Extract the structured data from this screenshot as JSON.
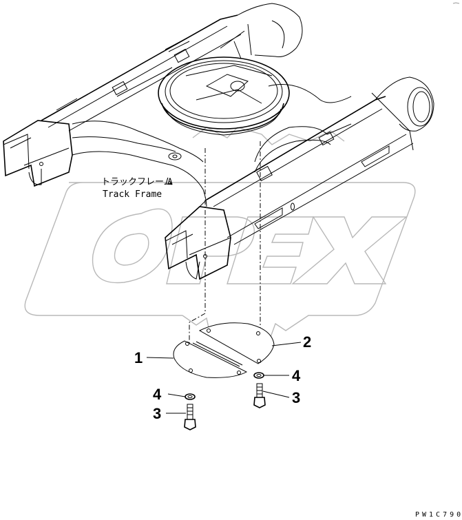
{
  "diagram": {
    "title_jp": "トラックフレーム",
    "title_jp_mark": "Δ",
    "title_en": "Track Frame",
    "drawing_code": "PW1C790",
    "watermark": "OPEX",
    "colors": {
      "line": "#000000",
      "watermark": "#b8b8b8",
      "background": "#ffffff"
    }
  },
  "callouts": [
    {
      "id": "1",
      "label": "1",
      "part": "cover-plate-left"
    },
    {
      "id": "2",
      "label": "2",
      "part": "cover-plate-right"
    },
    {
      "id": "3a",
      "label": "3",
      "part": "bolt-left"
    },
    {
      "id": "3b",
      "label": "3",
      "part": "bolt-right"
    },
    {
      "id": "4a",
      "label": "4",
      "part": "washer-left"
    },
    {
      "id": "4b",
      "label": "4",
      "part": "washer-right"
    }
  ]
}
